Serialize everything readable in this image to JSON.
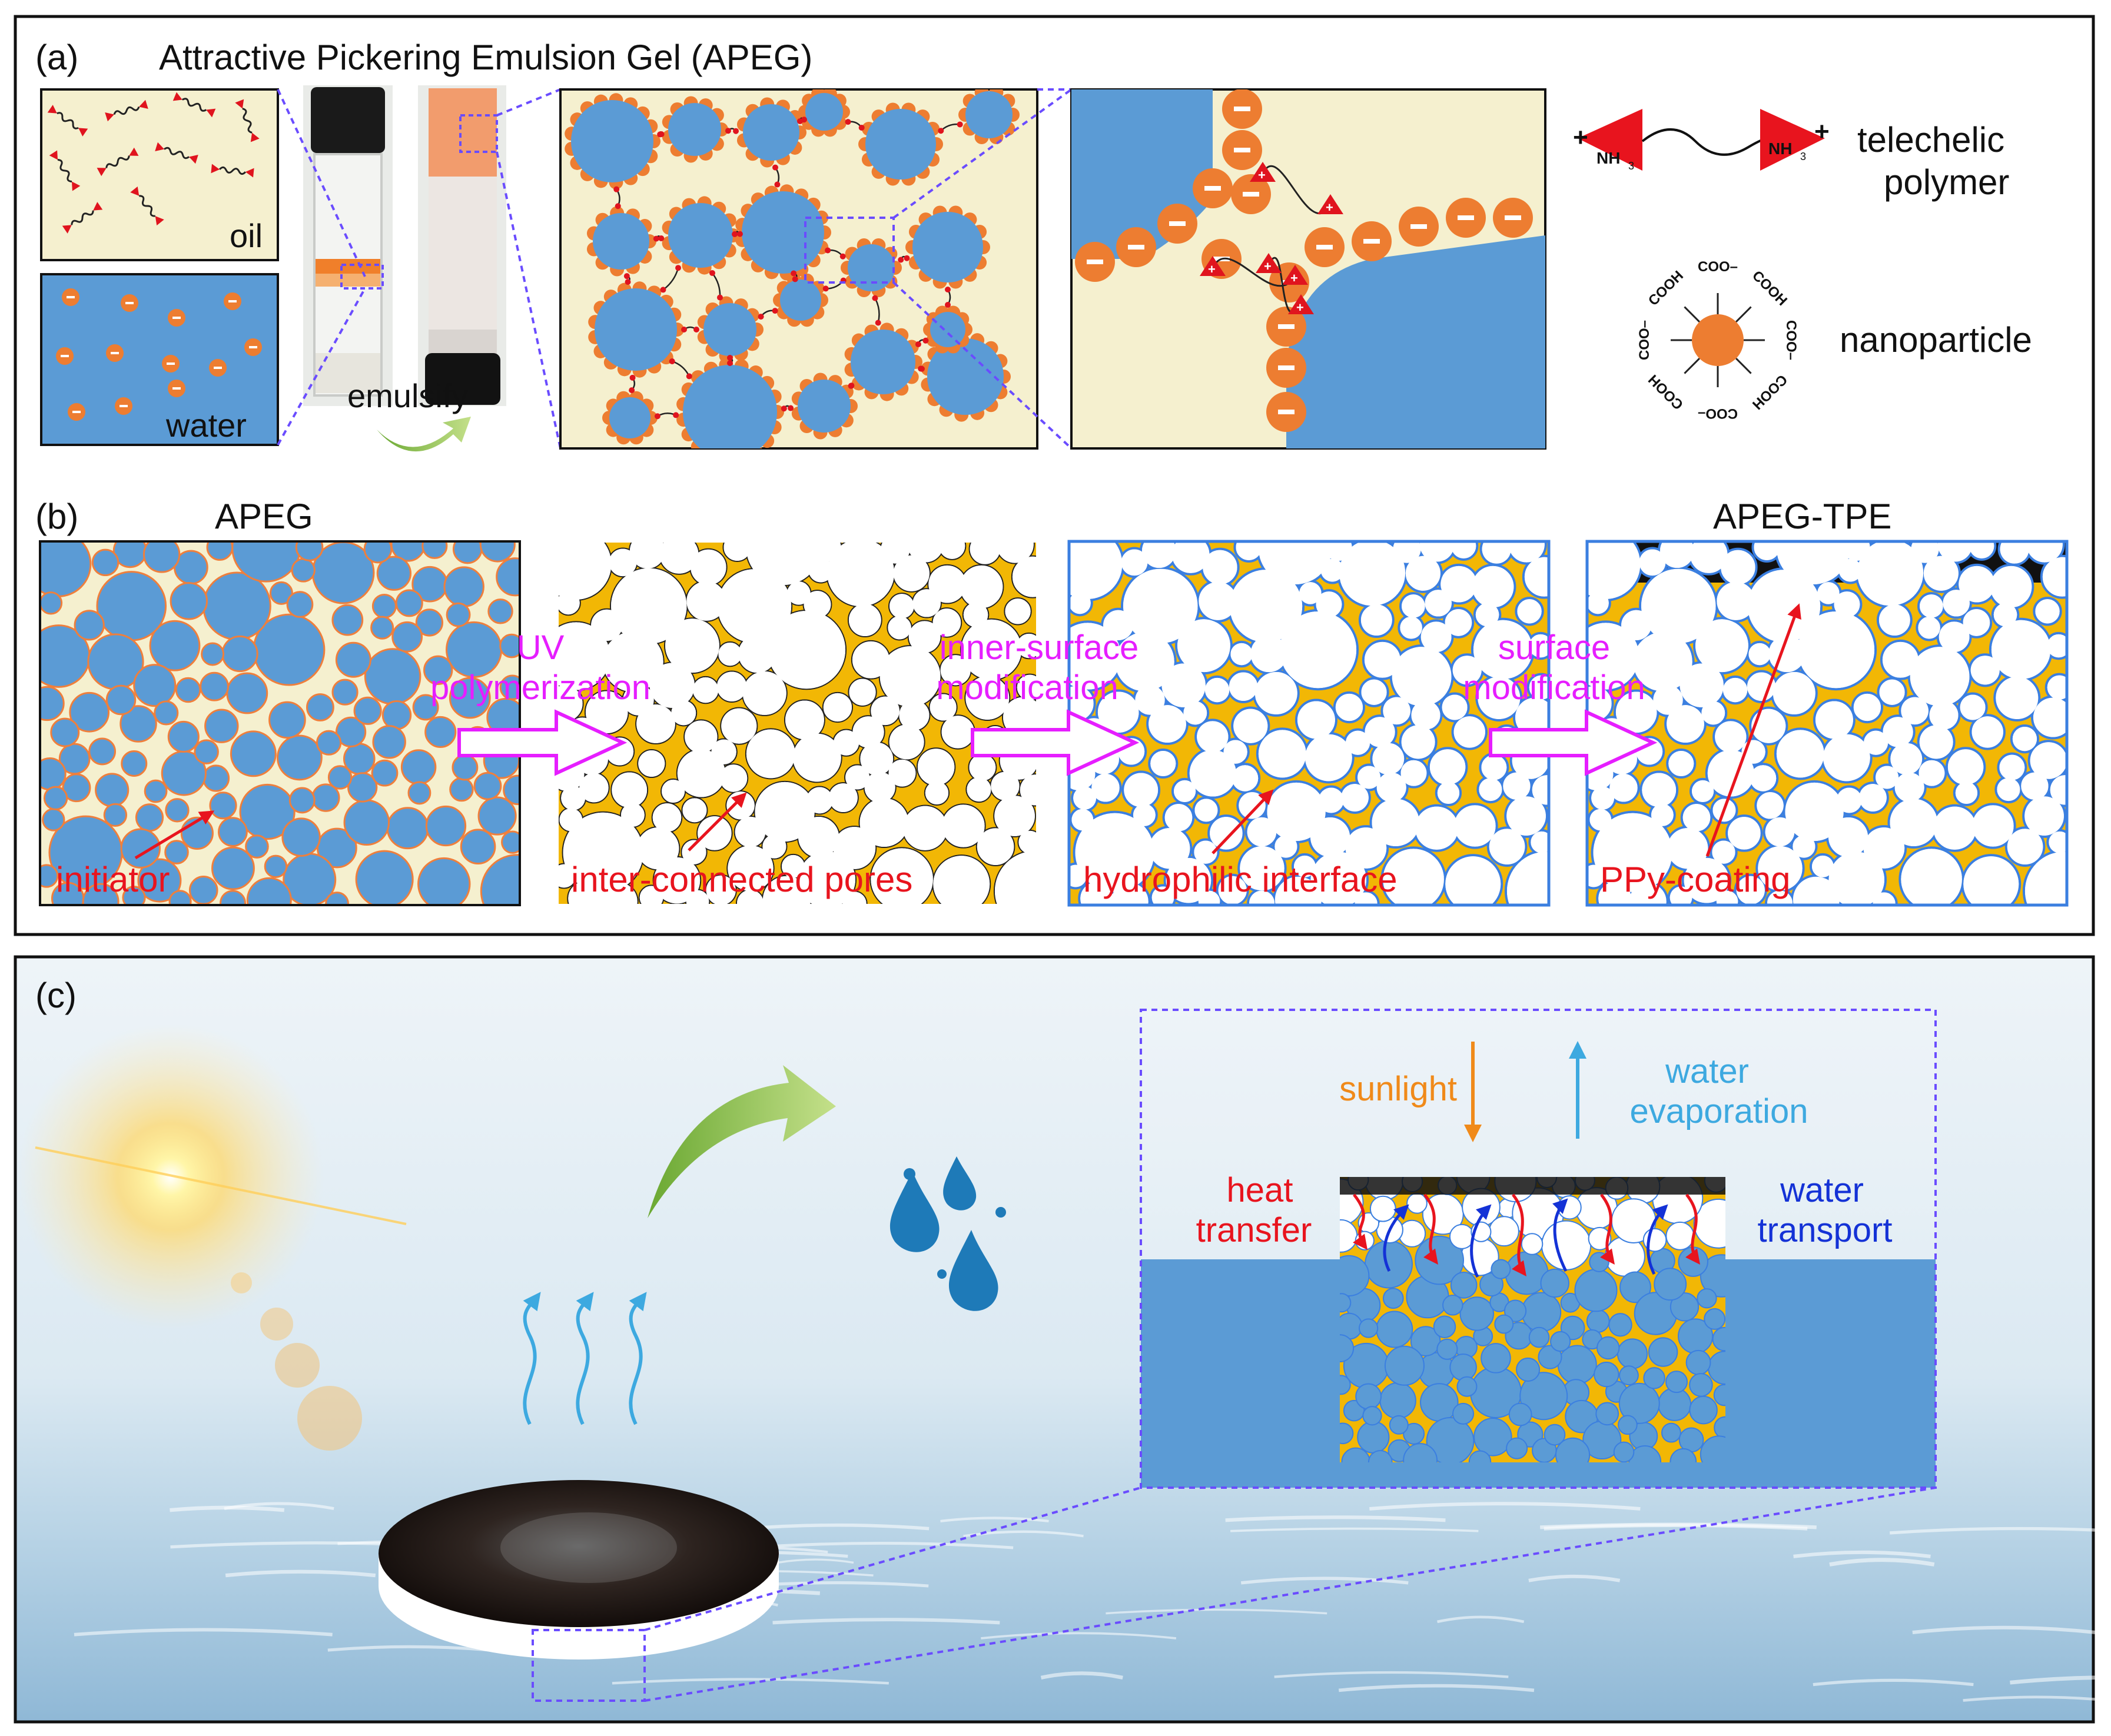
{
  "panel_a": {
    "label": "(a)",
    "title": "Attractive Pickering Emulsion Gel (APEG)",
    "oil_label": "oil",
    "water_label": "water",
    "emulsify_label": "emulsify",
    "legend": {
      "polymer_line1": "telechelic",
      "polymer_line2": "polymer",
      "nh3": "NH",
      "nh3_sub": "3",
      "nanoparticle": "nanoparticle",
      "cooh": "COOH",
      "coo": "COO",
      "plus": "+",
      "minus": "–"
    }
  },
  "panel_b": {
    "label": "(b)",
    "title_left": "APEG",
    "title_right": "APEG-TPE",
    "step1_line1": "UV",
    "step1_line2": "polymerization",
    "step2_line1": "inner-surface",
    "step2_line2": "modification",
    "step3_line1": "surface",
    "step3_line2": "modification",
    "ann1": "initiator",
    "ann2": "inter-connected pores",
    "ann3": "hydrophilic interface",
    "ann4": "PPy-coating"
  },
  "panel_c": {
    "label": "(c)",
    "sunlight": "sunlight",
    "evap_line1": "water",
    "evap_line2": "evaporation",
    "heat_line1": "heat",
    "heat_line2": "transfer",
    "transport_line1": "water",
    "transport_line2": "transport"
  },
  "colors": {
    "oil": "#f5f0cf",
    "water_blue": "#5b9bd5",
    "particle_orange": "#ed7d31",
    "polymer_red": "#e0141e",
    "matrix_yellow": "#f2b705",
    "dashed_purple": "#6a4cff",
    "magenta": "#e61eff",
    "annot_red": "#e8141e",
    "sunlight_orange": "#f08a1a",
    "evap_blue": "#3da9e0",
    "transport_blue": "#1432d6"
  }
}
